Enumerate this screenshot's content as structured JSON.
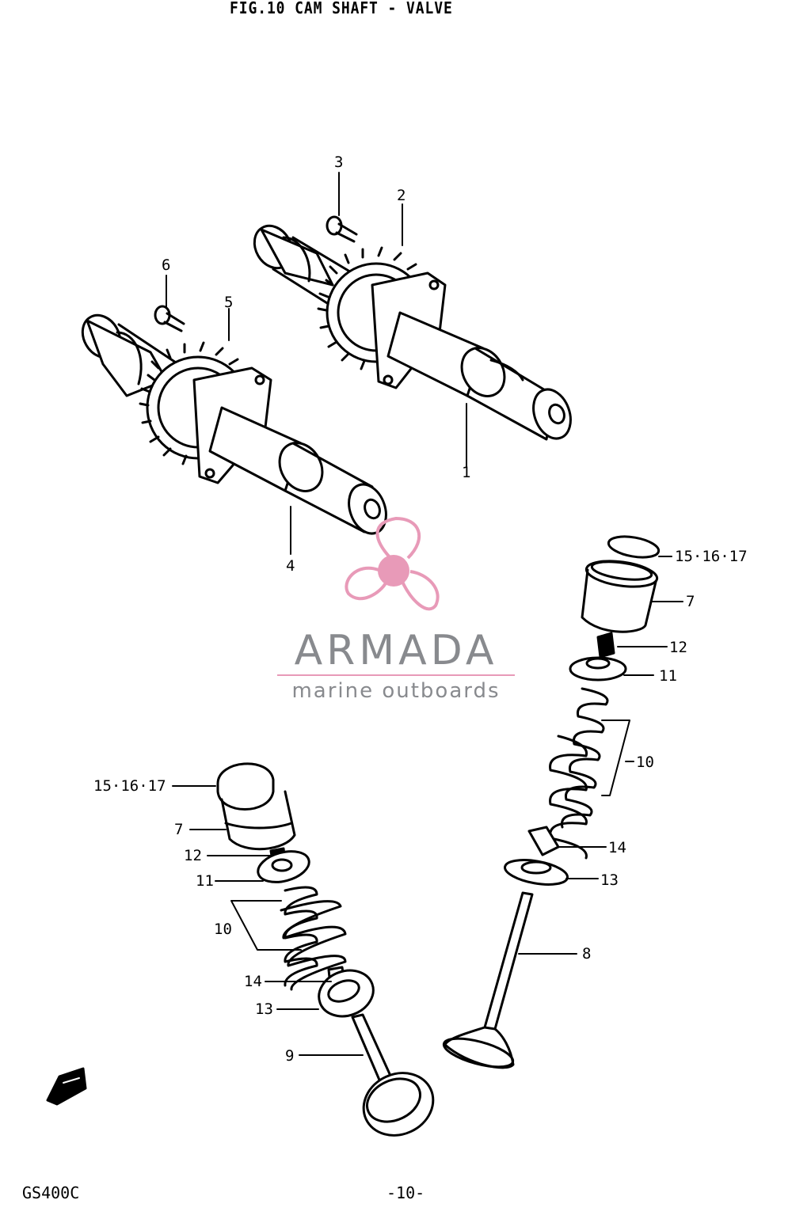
{
  "title": "FIG.10  CAM SHAFT - VALVE",
  "callouts": {
    "c1": "1",
    "c2": "2",
    "c3": "3",
    "c4": "4",
    "c5": "5",
    "c6": "6",
    "c7_right": "7",
    "c7_left": "7",
    "c8": "8",
    "c9": "9",
    "c10_right": "10",
    "c10_left": "10",
    "c11_right": "11",
    "c11_left": "11",
    "c12_right": "12",
    "c12_left": "12",
    "c13_right": "13",
    "c13_left": "13",
    "c14_right": "14",
    "c14_left": "14",
    "c15_right": "15·16·17",
    "c15_left": "15·16·17"
  },
  "watermark": {
    "name": "ARMADA",
    "tagline": "marine outboards",
    "logo_icon": "propeller-logo",
    "colors": {
      "text": "#888a8e",
      "accent": "#e89ab8"
    }
  },
  "footer": {
    "model": "GS400C",
    "page_number": "-10-"
  },
  "icons": {
    "front_arrow": "front-direction-arrow-icon"
  }
}
